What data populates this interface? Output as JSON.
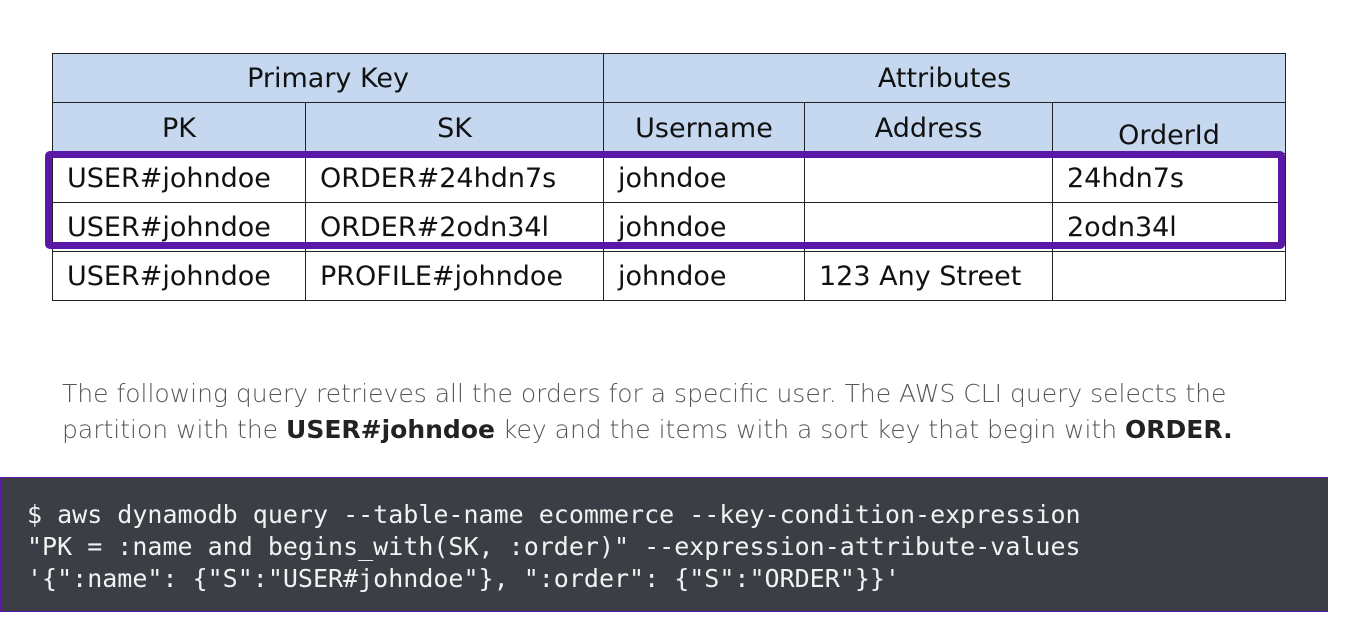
{
  "table": {
    "groups": [
      "Primary Key",
      "Attributes"
    ],
    "columns": [
      "PK",
      "SK",
      "Username",
      "Address",
      "OrderId"
    ],
    "rows": [
      [
        "USER#johndoe",
        "ORDER#24hdn7s",
        "johndoe",
        "",
        "24hdn7s"
      ],
      [
        "USER#johndoe",
        "ORDER#2odn34l",
        "johndoe",
        "",
        "2odn34l"
      ],
      [
        "USER#johndoe",
        "PROFILE#johndoe",
        "johndoe",
        "123 Any Street",
        ""
      ]
    ],
    "highlight_color": "#5b17a6",
    "header_color": "#c5d8f0"
  },
  "caption": {
    "part1": "The following query retrieves all the orders for a specific user. The AWS CLI query selects the partition with the ",
    "key": "USER#johndoe",
    "part2": " key and the items with a sort key that begin with ",
    "prefix": "ORDER",
    "dot": "."
  },
  "code": {
    "lines": [
      "$ aws dynamodb query --table-name ecommerce --key-condition-expression",
      "\"PK = :name and begins_with(SK, :order)\" --expression-attribute-values",
      "'{\":name\": {\"S\":\"USER#johndoe\"}, \":order\": {\"S\":\"ORDER\"}}'"
    ],
    "background": "#3b3e44"
  }
}
